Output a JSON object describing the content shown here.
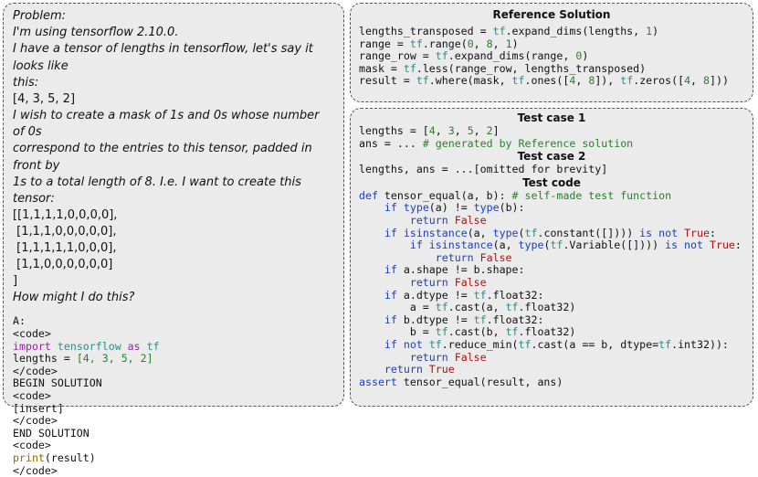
{
  "problem": {
    "heading": "Problem:",
    "lines": [
      "I'm using tensorflow 2.10.0.",
      "I have a tensor of lengths in tensorflow, let's say it looks like",
      "this:"
    ],
    "lengths_value": "[4, 3, 5, 2]",
    "lines2": [
      "I wish to create a mask of 1s and 0s whose number of 0s",
      "correspond to the entries to this tensor, padded in front by",
      "1s to a total length of 8. I.e. I want to create this tensor:"
    ],
    "tensor_rows": [
      "[[1,1,1,1,0,0,0,0],",
      " [1,1,1,0,0,0,0,0],",
      " [1,1,1,1,1,0,0,0],",
      " [1,1,0,0,0,0,0,0]",
      "]"
    ],
    "question": "How might I do this?",
    "code": {
      "answer_label": "A:",
      "code_open": "<code>",
      "import_kw": "import",
      "module": "tensorflow",
      "as_kw": "as",
      "alias": "tf",
      "lengths_line_name": "lengths",
      "lengths_line_eq": " = ",
      "lengths_line_val": "[4, 3, 5, 2]",
      "code_close": "</code>",
      "begin": "BEGIN SOLUTION",
      "insert": "[insert]",
      "end": "END SOLUTION",
      "print_fn": "print",
      "print_arg": "(result)"
    }
  },
  "reference": {
    "title": "Reference Solution",
    "lines": [
      "lengths_transposed = tf.expand_dims(lengths, 1)",
      "range = tf.range(0, 8, 1)",
      "range_row = tf.expand_dims(range, 0)",
      "mask = tf.less(range_row, lengths_transposed)",
      "result = tf.where(mask, tf.ones([4, 8]), tf.zeros([4, 8]))"
    ]
  },
  "tests": {
    "case1_title": "Test case 1",
    "case1_lines": [
      "lengths = [4, 3, 5, 2]",
      "ans = ... # generated by Reference solution"
    ],
    "case2_title": "Test case 2",
    "case2_line": "lengths, ans = ...[omitted for brevity]",
    "code_title": "Test code",
    "code_lines": [
      "def tensor_equal(a, b): # self-made test function",
      "    if type(a) != type(b):",
      "        return False",
      "    if isinstance(a, type(tf.constant([]))) is not True:",
      "        if isinstance(a, type(tf.Variable([]))) is not True:",
      "            return False",
      "    if a.shape != b.shape:",
      "        return False",
      "    if a.dtype != tf.float32:",
      "        a = tf.cast(a, tf.float32)",
      "    if b.dtype != tf.float32:",
      "        b = tf.cast(b, tf.float32)",
      "    if not tf.reduce_min(tf.cast(a == b, dtype=tf.int32)):",
      "        return False",
      "    return True",
      "assert tensor_equal(result, ans)"
    ]
  },
  "colors": {
    "panel_bg": "#ebebeb",
    "keyword": "#1a3ec7",
    "import": "#9b1fa8",
    "identifier": "#2e8b84",
    "number": "#2b7f2b",
    "comment": "#2b7f2b"
  }
}
